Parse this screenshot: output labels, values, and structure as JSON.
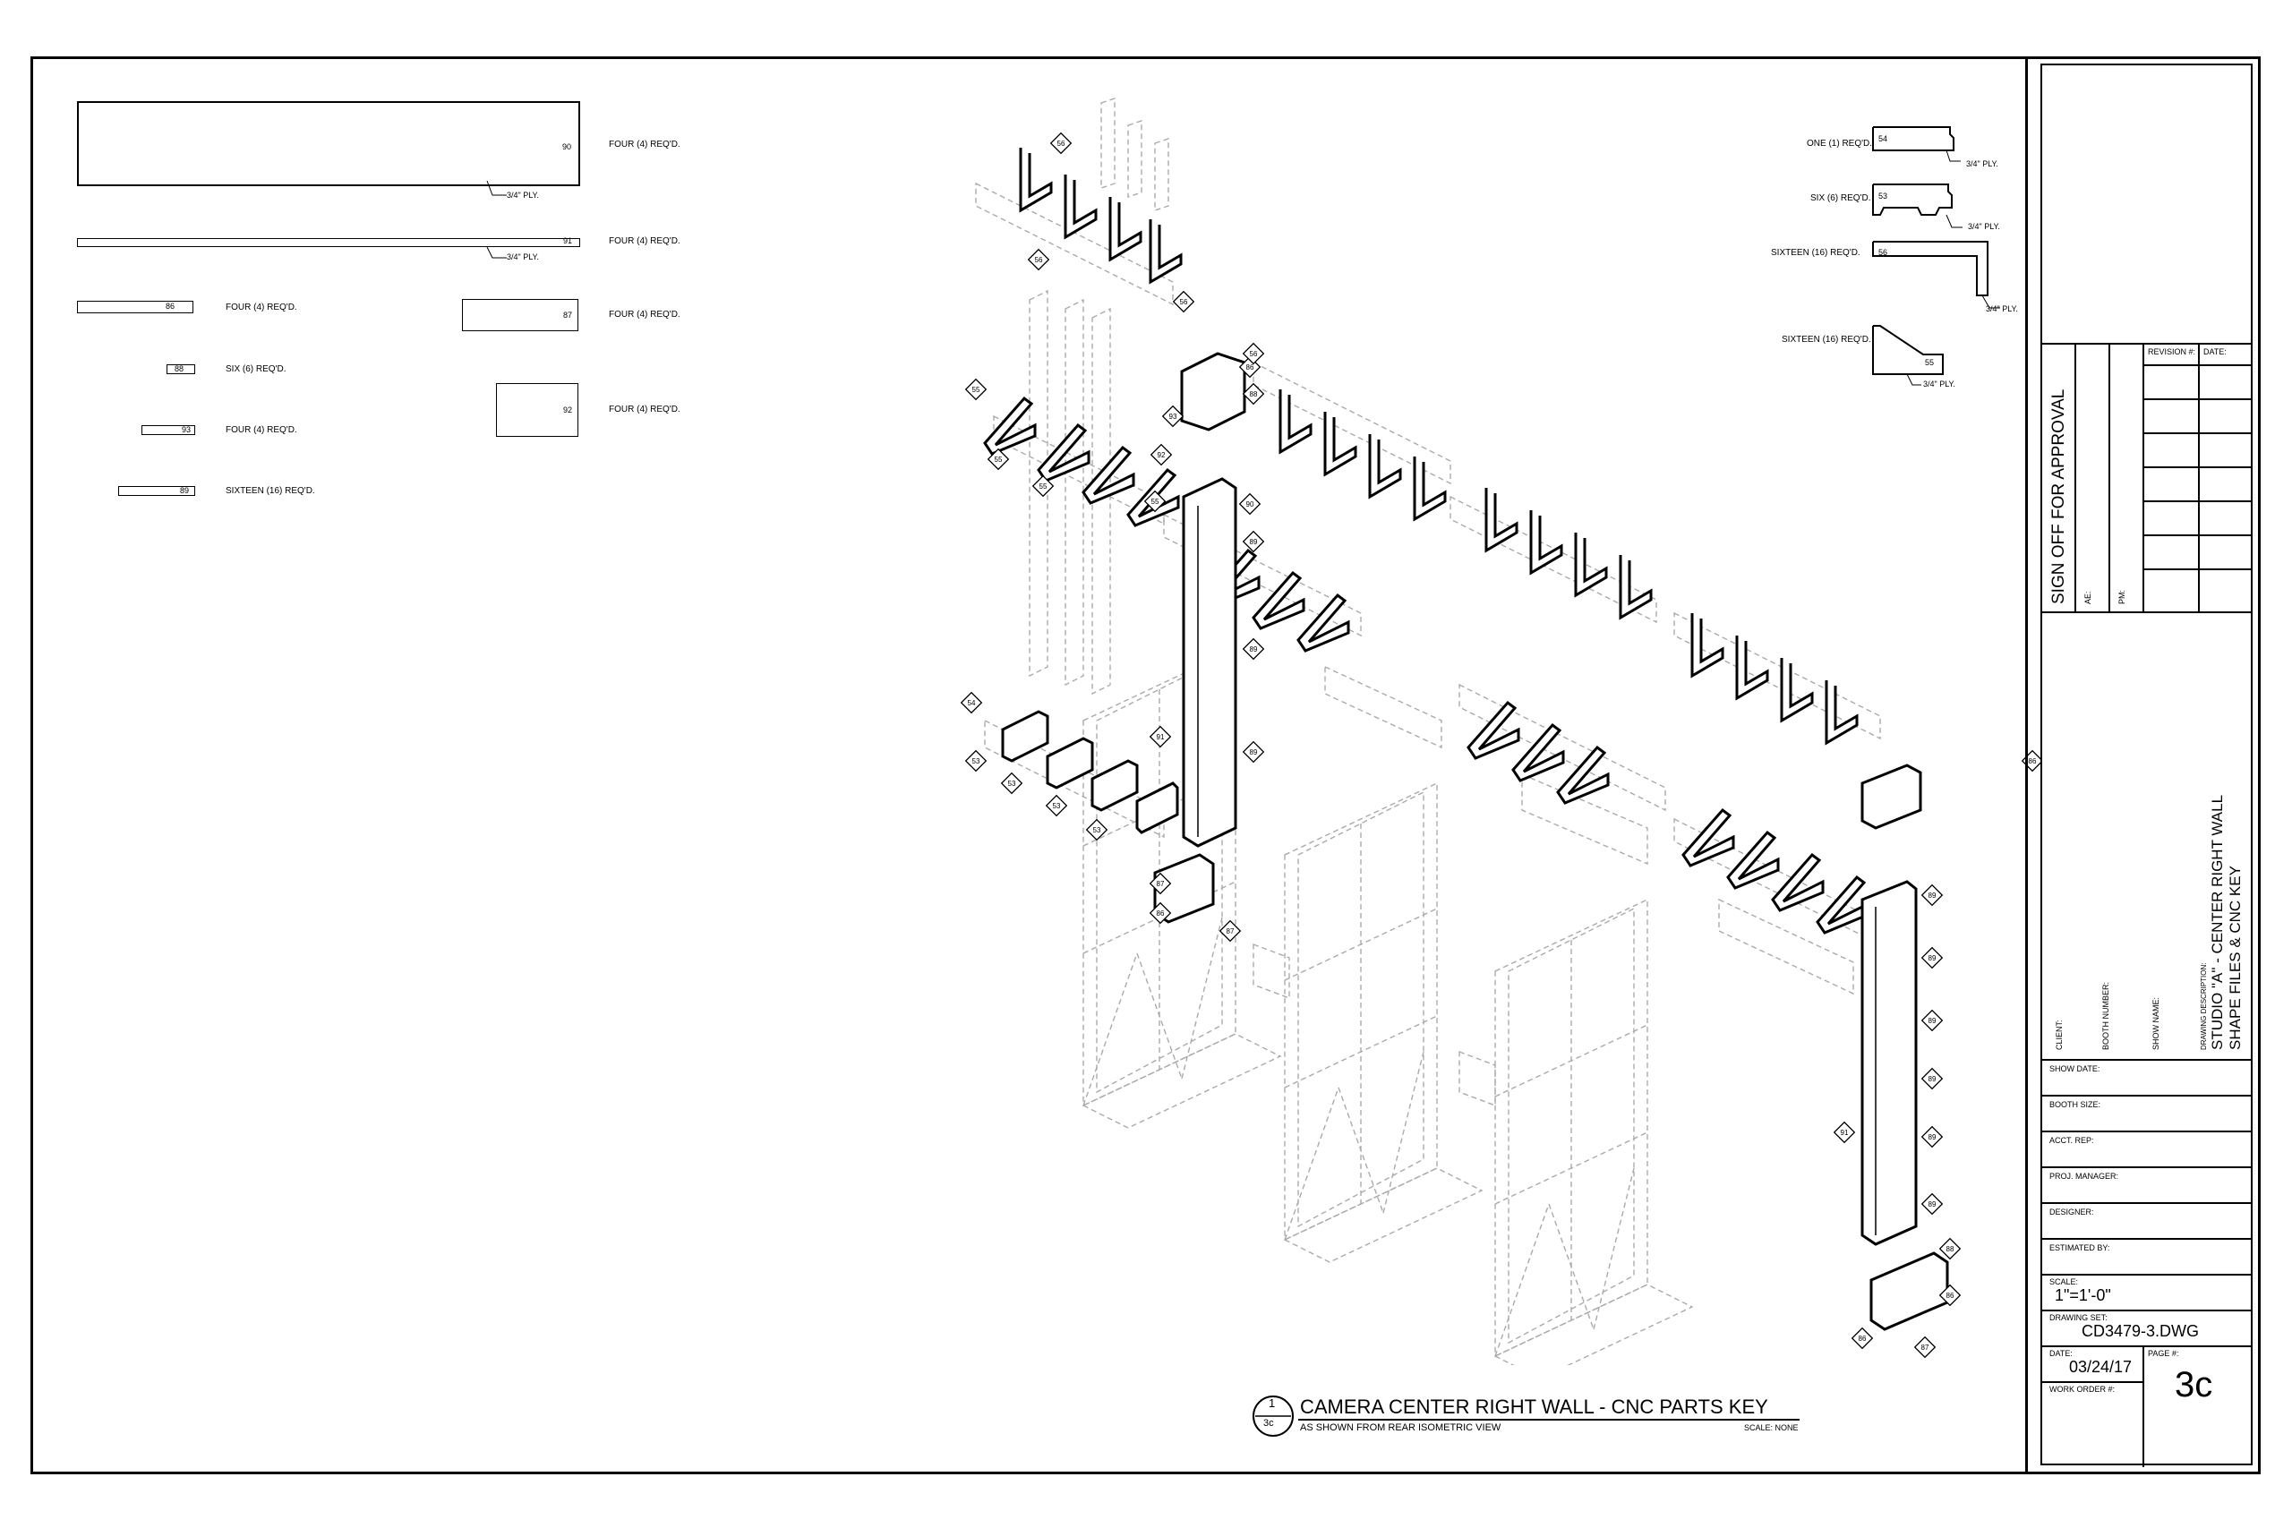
{
  "left_parts": [
    {
      "num": "90",
      "req": "FOUR (4) REQ'D.",
      "ply": "3/4\" PLY."
    },
    {
      "num": "91",
      "req": "FOUR (4) REQ'D.",
      "ply": "3/4\" PLY."
    },
    {
      "num": "86",
      "req": "FOUR (4) REQ'D."
    },
    {
      "num": "87",
      "req": "FOUR (4) REQ'D."
    },
    {
      "num": "88",
      "req": "SIX (6) REQ'D."
    },
    {
      "num": "92",
      "req": "FOUR (4) REQ'D."
    },
    {
      "num": "93",
      "req": "FOUR (4) REQ'D."
    },
    {
      "num": "89",
      "req": "SIXTEEN (16) REQ'D."
    }
  ],
  "right_parts": [
    {
      "num": "54",
      "req": "ONE (1) REQ'D.",
      "ply": "3/4\" PLY."
    },
    {
      "num": "53",
      "req": "SIX (6) REQ'D.",
      "ply": "3/4\" PLY."
    },
    {
      "num": "56",
      "req": "SIXTEEN (16) REQ'D.",
      "ply": "3/4\" PLY."
    },
    {
      "num": "55",
      "req": "SIXTEEN (16) REQ'D.",
      "ply": "3/4\" PLY."
    }
  ],
  "drawing_title": {
    "number": "1",
    "page": "3c",
    "title": "CAMERA CENTER RIGHT WALL - CNC PARTS KEY",
    "subtitle": "AS SHOWN FROM REAR ISOMETRIC VIEW",
    "scale": "SCALE: NONE"
  },
  "tags": {
    "t56": "56",
    "t55": "55",
    "t86": "86",
    "t87": "87",
    "t88": "88",
    "t89": "89",
    "t90": "90",
    "t91": "91",
    "t92": "92",
    "t93": "93",
    "t54": "54",
    "t53": "53"
  },
  "title_block": {
    "sign_off": "SIGN OFF FOR APPROVAL",
    "ae": "AE:",
    "pm": "PM:",
    "revision": "REVISION #:",
    "date": "DATE:",
    "client": "CLIENT:",
    "booth_number": "BOOTH NUMBER:",
    "show_name": "SHOW NAME:",
    "drawing_description_label": "DRAWING DESCRIPTION:",
    "description_line1": "STUDIO \"A\" - CENTER RIGHT WALL",
    "description_line2": "SHAPE FILES & CNC KEY",
    "show_date": "SHOW DATE:",
    "booth_size": "BOOTH SIZE:",
    "acct_rep": "ACCT. REP:",
    "proj_manager": "PROJ. MANAGER:",
    "designer": "DESIGNER:",
    "estimated_by": "ESTIMATED BY:",
    "scale_label": "SCALE:",
    "scale_value": "1\"=1'-0\"",
    "drawing_set_label": "DRAWING SET:",
    "drawing_set_value": "CD3479-3.DWG",
    "date_label": "DATE:",
    "date_value": "03/24/17",
    "page_label": "PAGE #:",
    "page_value": "3c",
    "work_order": "WORK ORDER #:"
  }
}
